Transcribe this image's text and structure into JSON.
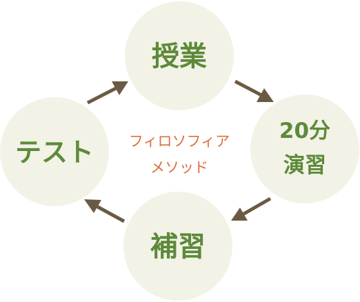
{
  "diagram": {
    "nodes": {
      "top": "授業",
      "right_line1": "20分",
      "right_line2": "演習",
      "bottom": "補習",
      "left": "テスト"
    },
    "center": {
      "line1": "フィロソフィア",
      "line2": "メソッド"
    }
  },
  "colors": {
    "node_fill": "#f2f2e6",
    "node_text": "#5d8a3a",
    "center_text": "#d9703f",
    "arrow": "#6b5a43"
  }
}
